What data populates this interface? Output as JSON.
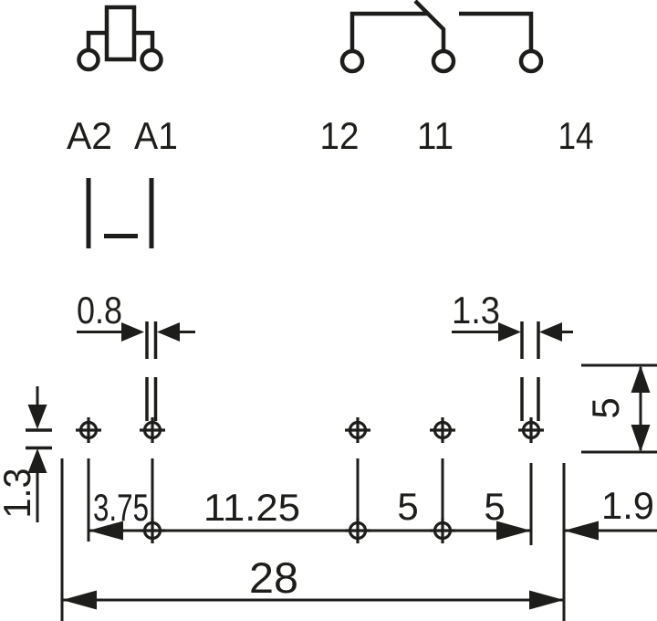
{
  "schematic": {
    "coil_terminal_left": "A2",
    "coil_terminal_right": "A1",
    "contact_nc": "12",
    "contact_common": "11",
    "contact_no": "14"
  },
  "dimensions": {
    "coil_pin_width": "0.8",
    "contact_pin_width": "1.3",
    "pin_thickness": "1.3",
    "pin_length": "5",
    "pitch_coil": "3.75",
    "pitch_coil_to_contact": "11.25",
    "pitch_12_11": "5",
    "pitch_11_14": "5",
    "edge_offset": "1.9",
    "overall_width": "28"
  },
  "colors": {
    "ink": "#1d1d1b",
    "background": "#ffffff"
  }
}
